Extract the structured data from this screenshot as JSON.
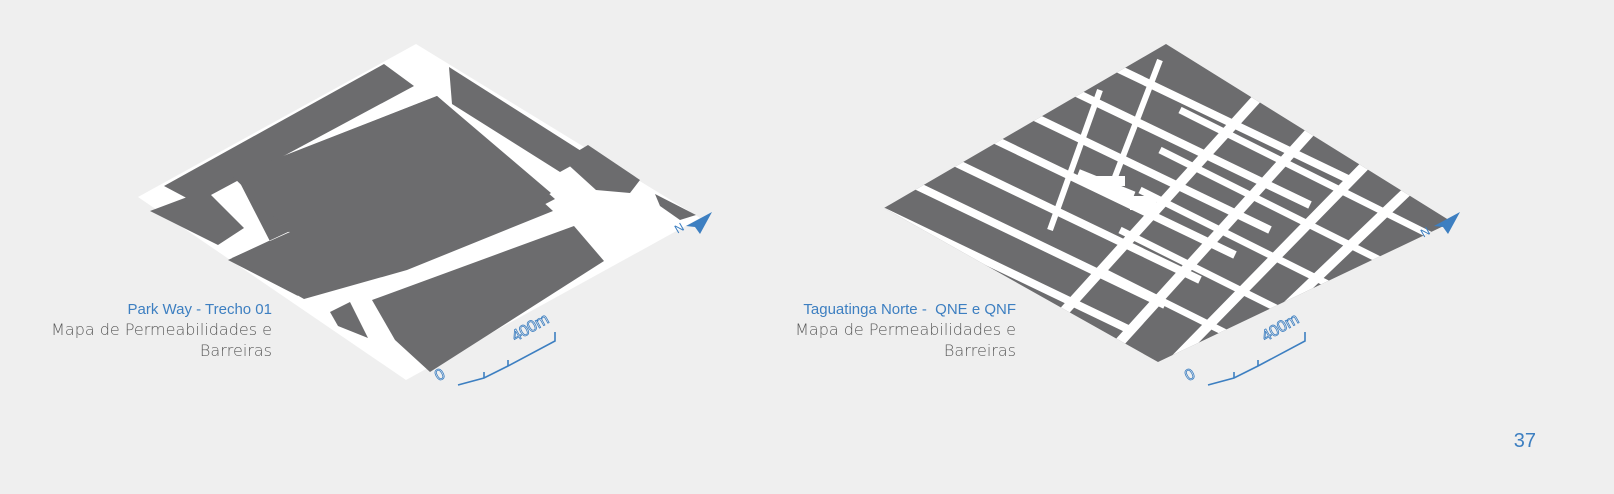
{
  "maps": [
    {
      "title": "Park Way - Trecho 01",
      "subtitle_line1": "Mapa de Permeabilidades e",
      "subtitle_line2": "Barreiras",
      "scale": {
        "start_label": "0",
        "end_label": "400m"
      },
      "north_label": "N"
    },
    {
      "title": "Taguatinga Norte -  QNE e QNF",
      "subtitle_line1": "Mapa de Permeabilidades e",
      "subtitle_line2": "Barreiras",
      "scale": {
        "start_label": "0",
        "end_label": "400m"
      },
      "north_label": "N"
    }
  ],
  "page_number": "37",
  "colors": {
    "background": "#efefef",
    "barrier": "#6c6c6e",
    "permeable": "#ffffff",
    "accent": "#3d7fc1",
    "caption_text": "#5b5b5b"
  }
}
